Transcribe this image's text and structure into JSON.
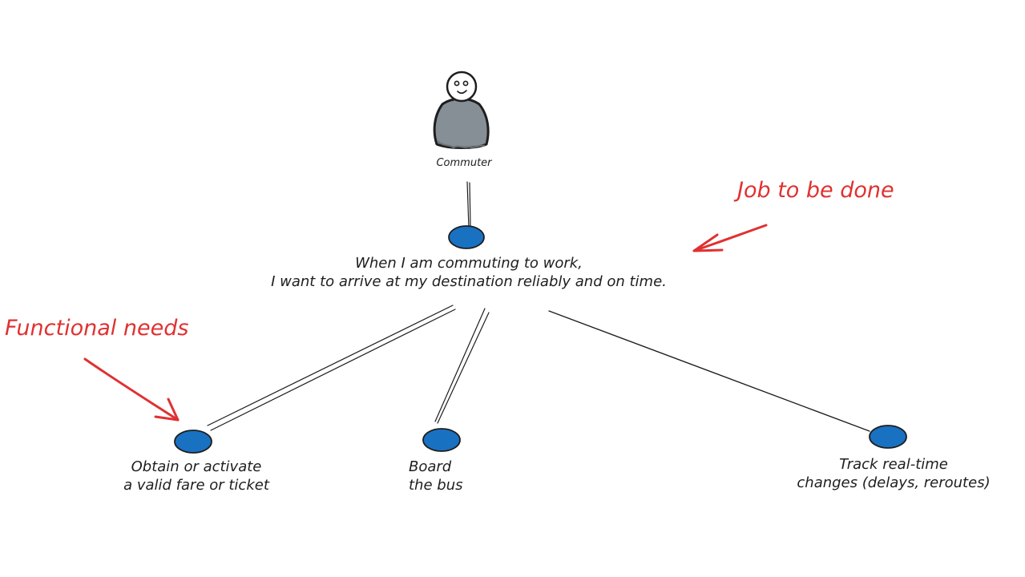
{
  "colors": {
    "ink": "#1e1e1e",
    "node_fill": "#1971c2",
    "actor_fill": "#868e96",
    "annotation": "#e03131",
    "background": "#ffffff"
  },
  "actor": {
    "icon": "person-icon",
    "label": "Commuter"
  },
  "job": {
    "line1": "When I am commuting to work,",
    "line2": "I want to arrive at my destination reliably and on time."
  },
  "needs": [
    {
      "line1": "Obtain or activate",
      "line2": "a valid fare or ticket"
    },
    {
      "line1": "Board",
      "line2": "the bus"
    },
    {
      "line1": "Track real-time",
      "line2": "changes (delays, reroutes)"
    }
  ],
  "annotations": {
    "job_to_be_done": "Job to be done",
    "functional_needs": "Functional needs"
  }
}
